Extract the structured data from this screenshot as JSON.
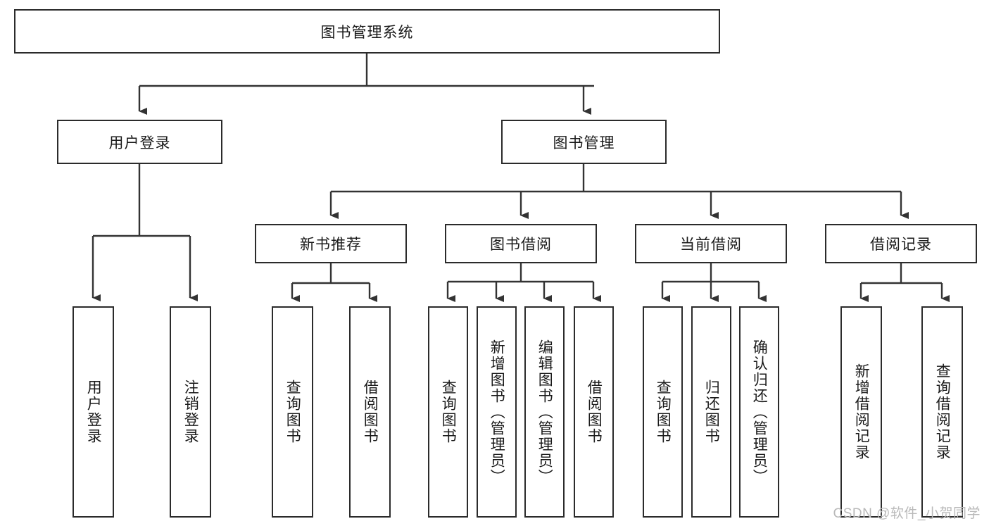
{
  "diagram": {
    "type": "tree-hierarchy-chart",
    "title_text": "图书管理系统",
    "colors": {
      "border": "#2b2b2b",
      "text": "#1a1a1a",
      "background": "#ffffff",
      "connector": "#333333",
      "watermark": "#b9b9b9"
    },
    "root": {
      "label": "图书管理系统"
    },
    "level2": [
      {
        "label": "用户登录"
      },
      {
        "label": "图书管理"
      }
    ],
    "level3": [
      {
        "label": "新书推荐"
      },
      {
        "label": "图书借阅"
      },
      {
        "label": "当前借阅"
      },
      {
        "label": "借阅记录"
      }
    ],
    "leaves": {
      "user_login": [
        {
          "label": "用户登录"
        },
        {
          "label": "注销登录"
        }
      ],
      "new_book_recommend": [
        {
          "label": "查询图书"
        },
        {
          "label": "借阅图书"
        }
      ],
      "book_borrow": [
        {
          "label": "查询图书"
        },
        {
          "label": "新增图书（管理员）"
        },
        {
          "label": "编辑图书（管理员）"
        },
        {
          "label": "借阅图书"
        }
      ],
      "current_borrow": [
        {
          "label": "查询图书"
        },
        {
          "label": "归还图书"
        },
        {
          "label": "确认归还（管理员）"
        }
      ],
      "borrow_record": [
        {
          "label": "新增借阅记录"
        },
        {
          "label": "查询借阅记录"
        }
      ]
    }
  },
  "watermark": {
    "text": "CSDN @软件_小贺同学"
  }
}
